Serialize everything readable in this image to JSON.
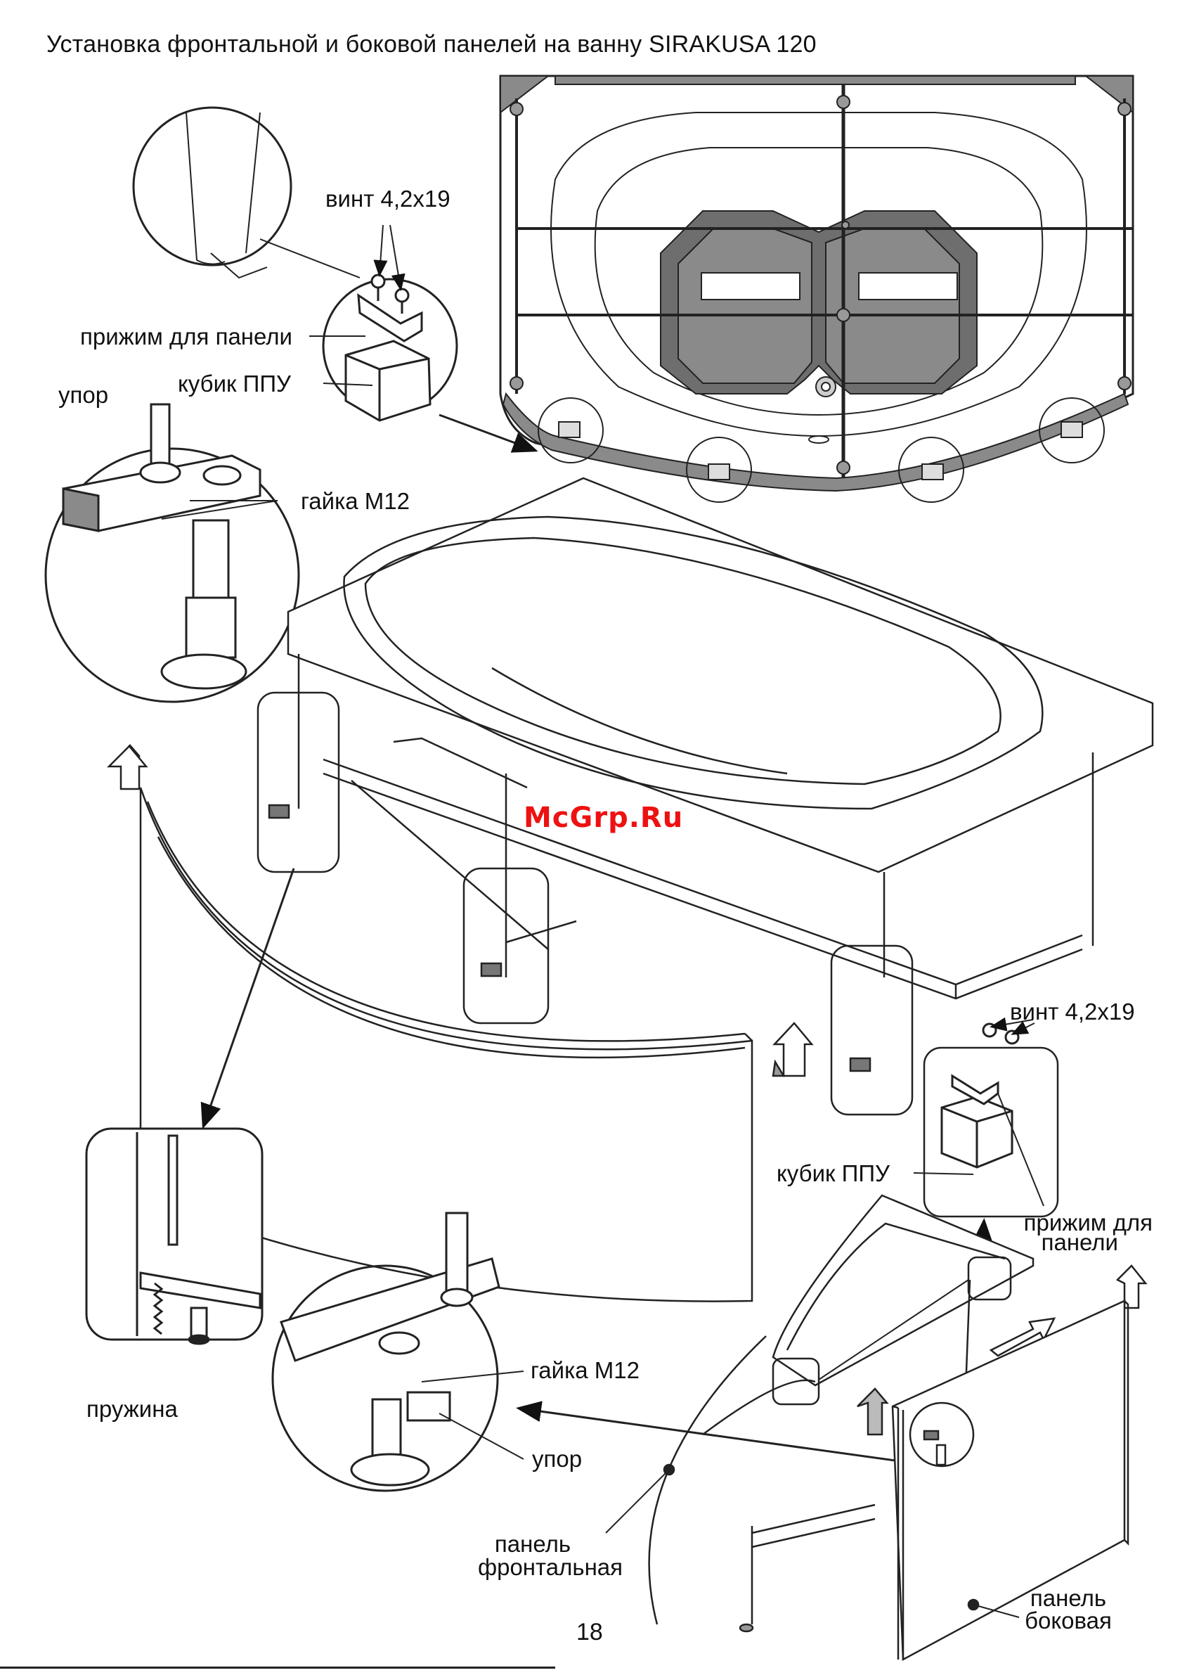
{
  "page": {
    "title": "Установка фронтальной и боковой панелей на ванну SIRAKUSA 120",
    "page_number": "18",
    "watermark": "McGrp.Ru"
  },
  "labels": {
    "screw_top": "винт 4,2х19",
    "panel_clamp_top": "прижим для панели",
    "foam_cube_top": "кубик ППУ",
    "stop_top": "упор",
    "nut_top": "гайка М12",
    "screw_right": "винт 4,2х19",
    "foam_cube_right": "кубик ППУ",
    "panel_clamp_right_line1": "прижим для",
    "panel_clamp_right_line2": "панели",
    "spring": "пружина",
    "nut_bottom": "гайка М12",
    "stop_bottom": "упор",
    "front_panel_line1": "панель",
    "front_panel_line2": "фронтальная",
    "side_panel_line1": "панель",
    "side_panel_line2": "боковая"
  }
}
